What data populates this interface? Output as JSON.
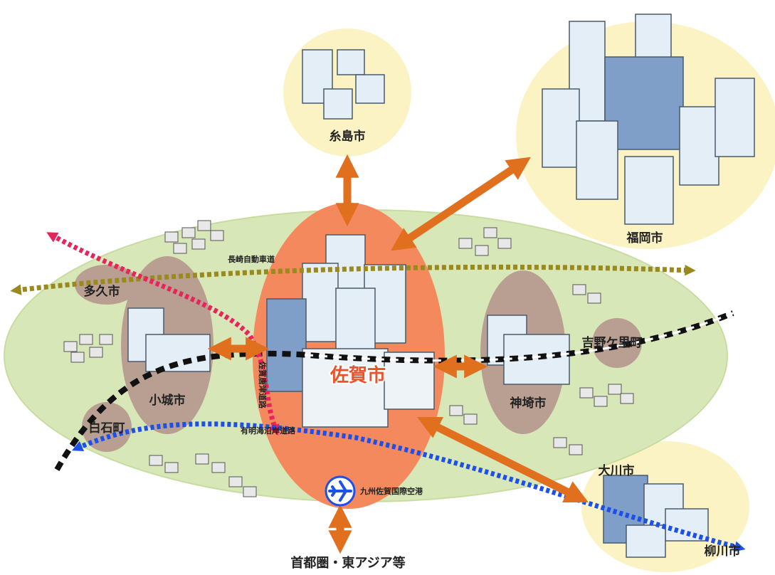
{
  "colors": {
    "region": "#d8e7b8",
    "region_stroke": "#c9dca0",
    "saga_core": "#f4895d",
    "satellite": "#fbf3c4",
    "district": "#b89f92",
    "arrow": "#e06f1e",
    "expressway": "#9a8a1e",
    "karatsu_road": "#e8245a",
    "ariake_road": "#1d50e8",
    "railway": "#222222"
  },
  "cities": {
    "saga": "佐賀市",
    "itoshima": "糸島市",
    "fukuoka": "福岡市",
    "taku": "多久市",
    "ogi": "小城市",
    "shiroishi": "白石町",
    "kanzaki": "神埼市",
    "yoshinogari": "吉野ケ里町",
    "okawa": "大川市",
    "yanagawa": "柳川市"
  },
  "roads": {
    "nagasaki_expressway": "長崎自動車道",
    "saga_karatsu_road": "佐賀唐津道路",
    "ariake_coastal_road": "有明海沿岸道路"
  },
  "airport": {
    "label": "九州佐賀国際空港",
    "icon": "airplane-icon"
  },
  "bottom_destination": "首都圏・東アジア等"
}
